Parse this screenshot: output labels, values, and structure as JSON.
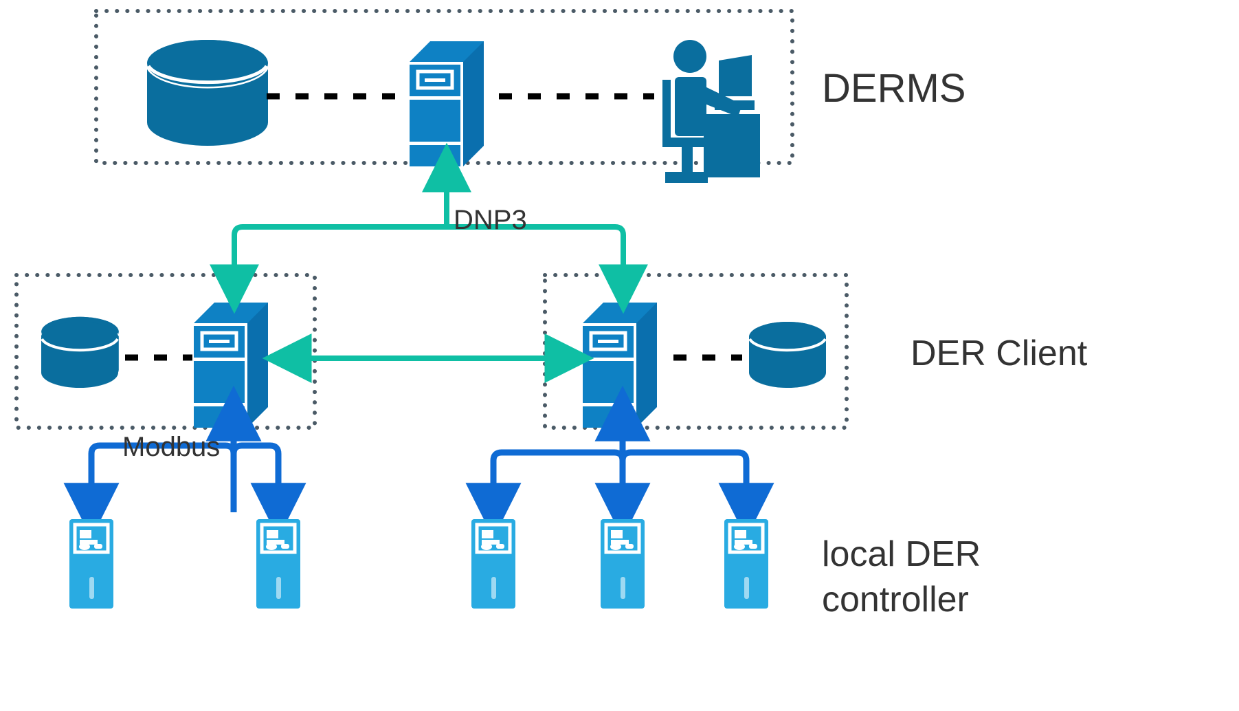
{
  "diagram": {
    "title": "DERMS to DER Client to local DER controller architecture",
    "colors": {
      "database": "#0A6E9E",
      "server": "#0E81C4",
      "server_shade": "#0A6FAE",
      "controller": "#29ABE2",
      "dnp3_line": "#0FBFA4",
      "modbus_line": "#0F6BD4",
      "zone_border": "#4A5A66",
      "label_text": "#333333",
      "dashed_link": "#000000",
      "background": "#FFFFFF"
    },
    "zones": [
      {
        "id": "derms",
        "label": "DERMS",
        "icons": [
          "database-icon",
          "server-icon",
          "operator-workstation-icon"
        ]
      },
      {
        "id": "der-client-left",
        "label": "DER Client",
        "icons": [
          "database-icon",
          "server-icon"
        ]
      },
      {
        "id": "der-client-right",
        "label": "DER Client",
        "icons": [
          "server-icon",
          "database-icon"
        ]
      }
    ],
    "zone_labels": {
      "derms": "DERMS",
      "der_client": "DER Client",
      "local_der_line1": "local DER",
      "local_der_line2": "controller"
    },
    "protocols": {
      "dnp3": "DNP3",
      "modbus": "Modbus"
    },
    "links": [
      {
        "name": "derms-to-der-client-left",
        "protocol": "DNP3",
        "direction": "down"
      },
      {
        "name": "derms-to-der-client-right",
        "protocol": "DNP3",
        "direction": "down"
      },
      {
        "name": "der-client-peer-link",
        "protocol": "DNP3",
        "direction": "bidirectional"
      },
      {
        "name": "der-client-left-to-controllers",
        "protocol": "Modbus",
        "direction": "down",
        "count": 2
      },
      {
        "name": "der-client-right-to-controllers",
        "protocol": "Modbus",
        "direction": "down",
        "count": 3
      }
    ],
    "controllers": {
      "left_group_count": 2,
      "right_group_count": 3,
      "total": 5
    }
  }
}
